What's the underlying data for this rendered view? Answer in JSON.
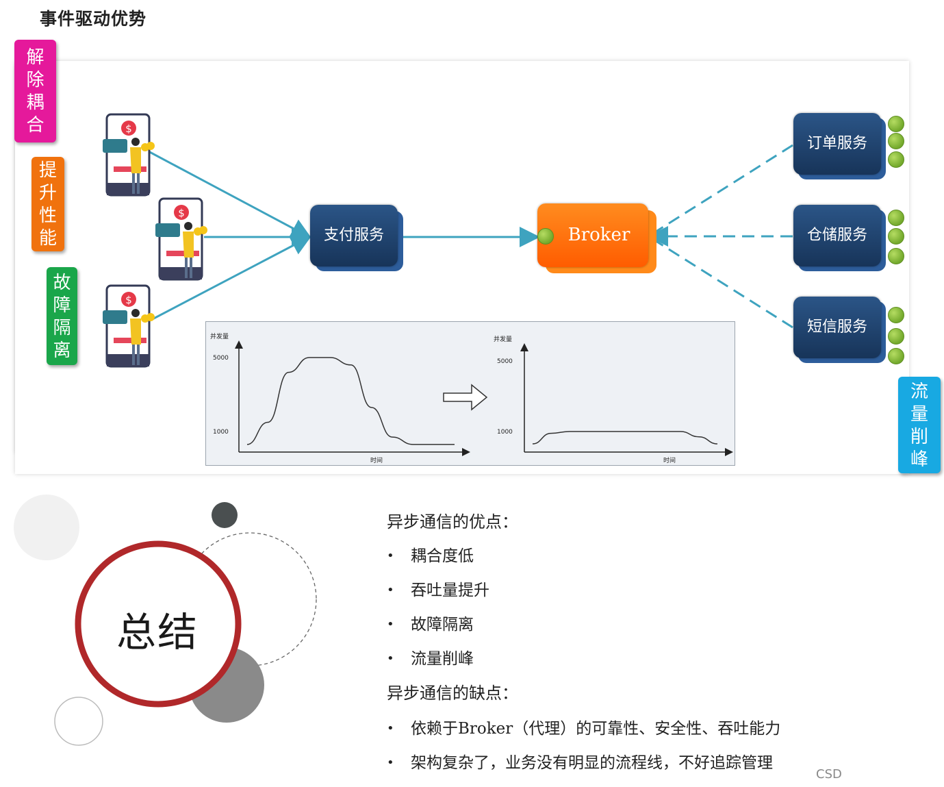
{
  "header": {
    "title": "事件驱动优势"
  },
  "tabs": {
    "decouple": {
      "label": [
        "解",
        "除",
        "耦",
        "合"
      ],
      "color": "#e5199b"
    },
    "performance": {
      "label": [
        "提",
        "升",
        "性",
        "能"
      ],
      "color": "#f0720e"
    },
    "isolation": {
      "label": [
        "故",
        "障",
        "隔",
        "离"
      ],
      "color": "#1aa64a"
    },
    "peak": {
      "label": [
        "流",
        "量",
        "削",
        "峰"
      ],
      "color": "#18a9e2"
    }
  },
  "diagram": {
    "payment_service": "支付服务",
    "broker": "Broker",
    "services": [
      "订单服务",
      "仓储服务",
      "短信服务"
    ],
    "colors": {
      "service": "#1f3f6b",
      "broker": "#ff6a00",
      "arrow": "#3ea3bf"
    }
  },
  "chart_data": [
    {
      "type": "line",
      "ylabel": "并发量",
      "xlabel": "时间",
      "yticks": [
        5000,
        1000
      ],
      "x": [
        0,
        1,
        2,
        3,
        4,
        5,
        6,
        7,
        8,
        9,
        10
      ],
      "y": [
        300,
        1500,
        4200,
        5000,
        5000,
        4600,
        2300,
        700,
        300,
        300,
        300
      ]
    },
    {
      "type": "line",
      "ylabel": "并发量",
      "xlabel": "时间",
      "yticks": [
        5000,
        1000
      ],
      "x": [
        0,
        1,
        2,
        3,
        4,
        5,
        6,
        7,
        8,
        9,
        10
      ],
      "y": [
        300,
        900,
        1000,
        1000,
        1000,
        1000,
        1000,
        1000,
        1000,
        700,
        300
      ]
    }
  ],
  "summary": {
    "badge": "总结",
    "pros_title": "异步通信的优点：",
    "pros": [
      "耦合度低",
      "吞吐量提升",
      "故障隔离",
      "流量削峰"
    ],
    "cons_title": "异步通信的缺点：",
    "cons": [
      "依赖于Broker（代理）的可靠性、安全性、吞吐能力",
      "架构复杂了，业务没有明显的流程线，不好追踪管理"
    ],
    "bullet": "•"
  },
  "watermark": "CSD"
}
